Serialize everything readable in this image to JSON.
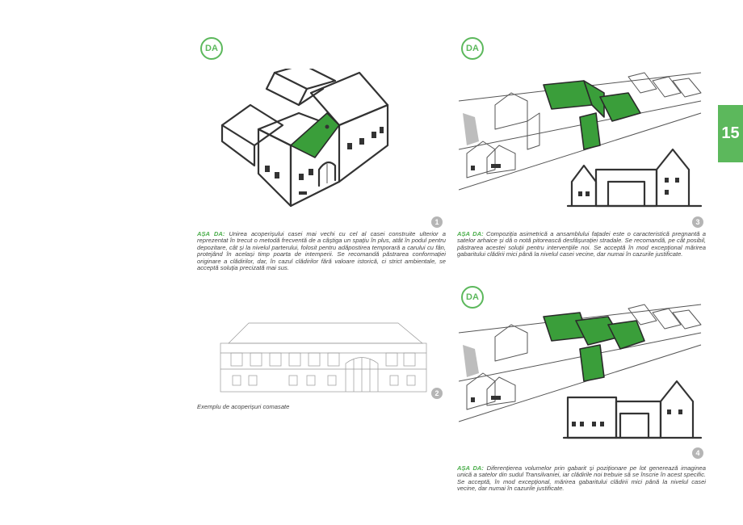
{
  "badges": {
    "b1": "DA",
    "b3": "DA",
    "b4": "DA"
  },
  "page_number": "15",
  "figures": {
    "fig1": {
      "number": "1"
    },
    "fig2": {
      "number": "2"
    },
    "fig3": {
      "number": "3"
    },
    "fig4": {
      "number": "4"
    }
  },
  "captions": {
    "c1": {
      "lead": "AȘA DA:",
      "text": " Unirea acoperișului casei mai vechi cu cel al casei construite ulterior a reprezentat în trecut o metodă frecventă de a câștiga un spațiu în plus, atât în podul pentru depozitare, cât și la nivelul parterului, folosit pentru adăpostirea temporară a carului cu fân, protejând în același timp poarta de intemperii. Se recomandă păstrarea conformației originare a clădirilor, dar, în cazul clădirilor fără valoare istorică, ci strict ambientale, se acceptă soluția precizată mai sus."
    },
    "c2": {
      "text": "Exemplu de acoperișuri comasate"
    },
    "c3": {
      "lead": "AȘA DA:",
      "text": " Compoziția asimetrică a ansamblului fațadei este o caracteristică pregnantă a satelor arhaice și dă o notă pitorească desfășurației stradale. Se recomandă, pe cât posibil, păstrarea acestei soluții pentru intervențiile noi. Se acceptă în mod excepțional mărirea gabaritului clădirii mici până la nivelul casei vecine, dar numai în cazurile justificate."
    },
    "c4": {
      "lead": "AȘA DA:",
      "text": " Diferențierea volumelor prin gabarit și poziționare pe lot generează imaginea unică a satelor din sudul Transilvaniei, iar clădirile noi trebuie să se înscrie în acest specific. Se acceptă, în mod excepțional, mărirea gabaritului clădirii mici până la nivelul casei vecine, dar numai în cazurile justificate."
    }
  }
}
